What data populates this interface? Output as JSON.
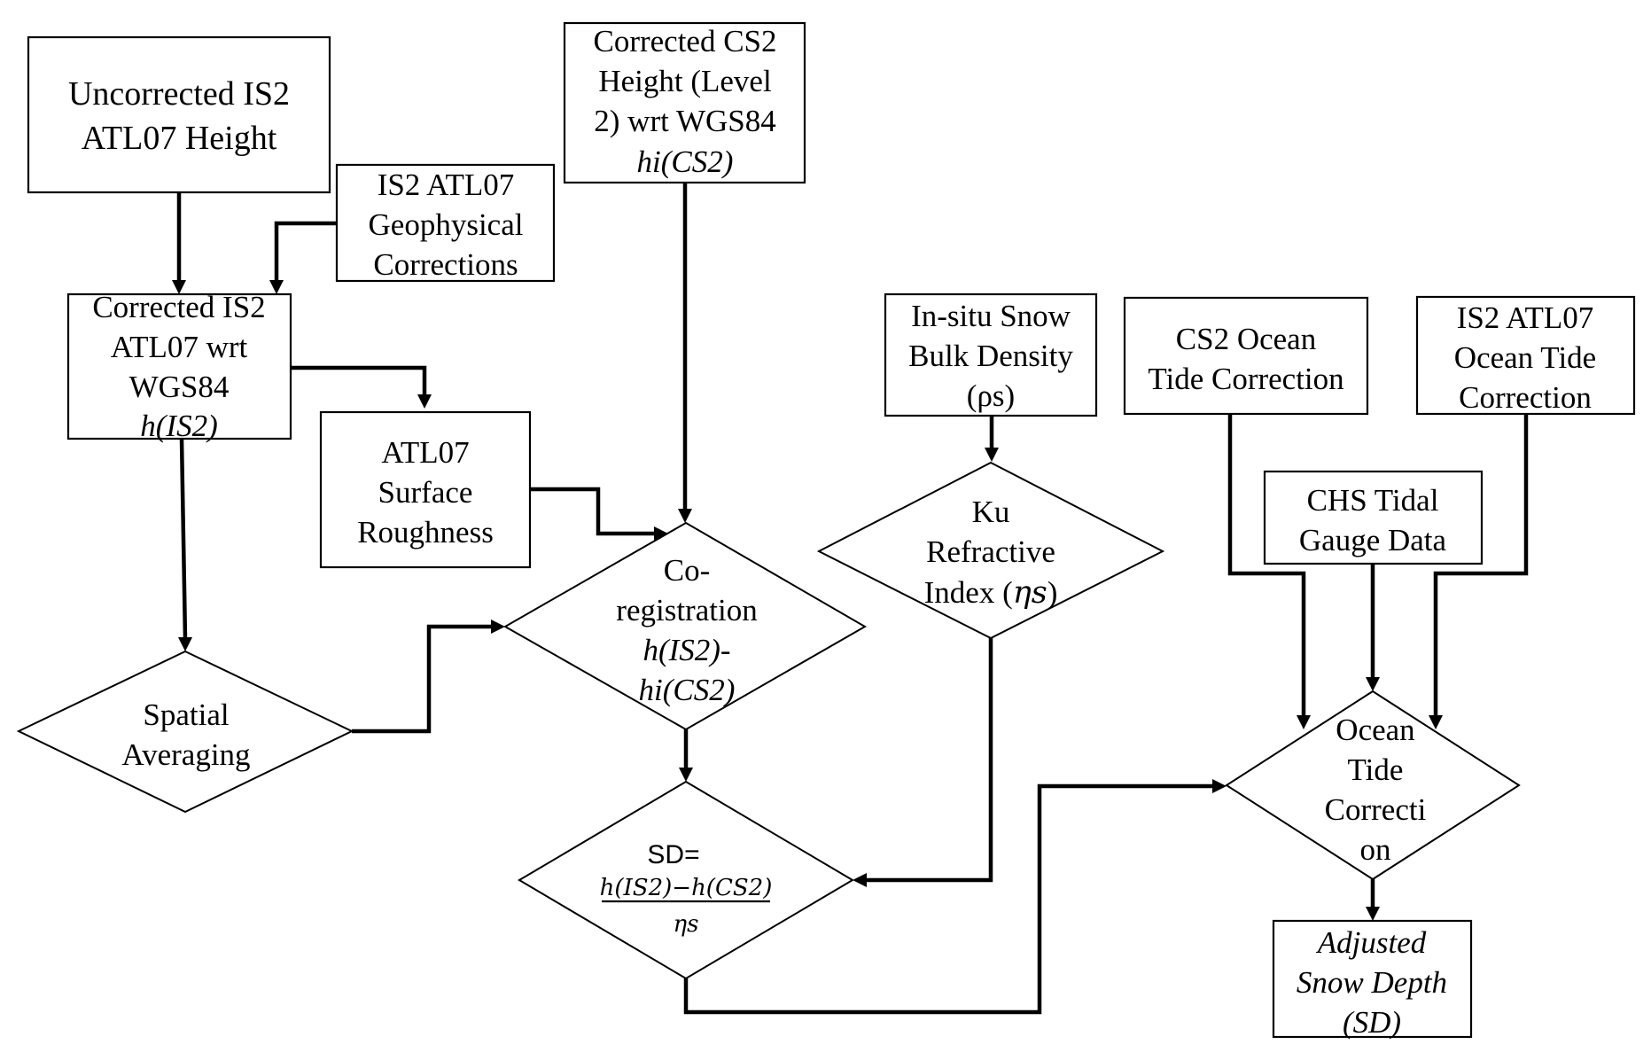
{
  "diagram": {
    "type": "flowchart",
    "nodes": {
      "uncorrected_is2": {
        "shape": "box",
        "lines": [
          "Uncorrected IS2",
          "ATL07 Height"
        ]
      },
      "is2_geophysical": {
        "shape": "box",
        "lines": [
          "IS2 ATL07",
          "Geophysical",
          "Corrections"
        ]
      },
      "corrected_is2": {
        "shape": "box",
        "lines": [
          "Corrected IS2",
          "ATL07 wrt",
          "WGS84"
        ],
        "italic_line": "h(IS2)"
      },
      "surface_roughness": {
        "shape": "box",
        "lines": [
          "ATL07",
          "Surface",
          "Roughness"
        ]
      },
      "corrected_cs2": {
        "shape": "box",
        "lines": [
          "Corrected CS2",
          "Height (Level",
          "2) wrt WGS84"
        ],
        "italic_line": "hi(CS2)"
      },
      "insitu_density": {
        "shape": "box",
        "lines": [
          "In-situ Snow",
          "Bulk Density",
          "(ρs)"
        ]
      },
      "cs2_ocean_tide": {
        "shape": "box",
        "lines": [
          "CS2 Ocean",
          "Tide Correction"
        ]
      },
      "is2_ocean_tide": {
        "shape": "box",
        "lines": [
          "IS2 ATL07",
          "Ocean Tide",
          "Correction"
        ]
      },
      "chs_tidal": {
        "shape": "box",
        "lines": [
          "CHS Tidal",
          "Gauge Data"
        ]
      },
      "spatial_averaging": {
        "shape": "diamond",
        "lines": [
          "Spatial",
          "Averaging"
        ]
      },
      "coregistration": {
        "shape": "diamond",
        "lines": [
          "Co-",
          "registration"
        ],
        "italic_lines": [
          "h(IS2)-",
          "hi(CS2)"
        ]
      },
      "ku_refractive": {
        "shape": "diamond",
        "lines": [
          "Ku",
          "Refractive",
          "Index ("
        ],
        "italic_symbol": "ηs",
        "close": ")"
      },
      "snow_depth": {
        "shape": "diamond",
        "prefix": "SD=",
        "numerator": "h(IS2)−h(CS2)",
        "denominator": "ηs"
      },
      "ocean_tide_correction": {
        "shape": "diamond",
        "lines": [
          "Ocean",
          "Tide",
          "Correcti",
          "on"
        ]
      },
      "adjusted_snow_depth": {
        "shape": "box",
        "italic_lines": [
          "Adjusted",
          "Snow Depth",
          "(SD)"
        ]
      }
    },
    "edges": [
      {
        "from": "uncorrected_is2",
        "to": "corrected_is2"
      },
      {
        "from": "is2_geophysical",
        "to": "corrected_is2"
      },
      {
        "from": "corrected_is2",
        "to": "surface_roughness"
      },
      {
        "from": "corrected_is2",
        "to": "spatial_averaging"
      },
      {
        "from": "surface_roughness",
        "to": "coregistration"
      },
      {
        "from": "corrected_cs2",
        "to": "coregistration"
      },
      {
        "from": "spatial_averaging",
        "to": "coregistration"
      },
      {
        "from": "coregistration",
        "to": "snow_depth"
      },
      {
        "from": "insitu_density",
        "to": "ku_refractive"
      },
      {
        "from": "ku_refractive",
        "to": "snow_depth"
      },
      {
        "from": "snow_depth",
        "to": "ocean_tide_correction"
      },
      {
        "from": "cs2_ocean_tide",
        "to": "ocean_tide_correction"
      },
      {
        "from": "chs_tidal",
        "to": "ocean_tide_correction"
      },
      {
        "from": "is2_ocean_tide",
        "to": "ocean_tide_correction"
      },
      {
        "from": "ocean_tide_correction",
        "to": "adjusted_snow_depth"
      }
    ]
  }
}
